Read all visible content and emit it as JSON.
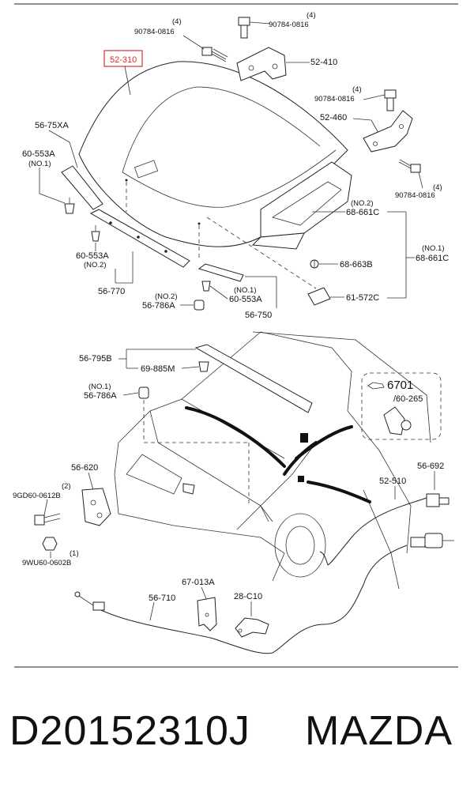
{
  "labels": {
    "l_52310": "52-310",
    "l_90784_a": "90784-0816",
    "l_4_a": "(4)",
    "l_90784_b": "90784-0816",
    "l_4_b": "(4)",
    "l_52410": "52-410",
    "l_90784_c": "90784-0816",
    "l_4_c": "(4)",
    "l_52460": "52-460",
    "l_90784_d": "90784-0816",
    "l_4_d": "(4)",
    "l_5675xa": "56-75XA",
    "l_60553a_1": "60-553A",
    "l_no1_a": "(NO.1)",
    "l_60553a_2": "60-553A",
    "l_no2_a": "(NO.2)",
    "l_56770": "56-770",
    "l_no2_b": "(NO.2)",
    "l_68661c_a": "68-661C",
    "l_no1_b": "(NO.1)",
    "l_68661c_b": "68-661C",
    "l_68663b": "68-663B",
    "l_no2_c": "(NO.2)",
    "l_56786a_a": "56-786A",
    "l_no1_c": "(NO.1)",
    "l_60553a_3": "60-553A",
    "l_61572c": "61-572C",
    "l_56750": "56-750",
    "l_56795b": "56-795B",
    "l_69885m": "69-885M",
    "l_no1_d": "(NO.1)",
    "l_56786a_b": "56-786A",
    "l_6701": "6701",
    "l_60265": "/60-265",
    "l_56620": "56-620",
    "l_2": "(2)",
    "l_9gd60": "9GD60-0612B",
    "l_1": "(1)",
    "l_9wu60": "9WU60-0602B",
    "l_56692": "56-692",
    "l_52510": "52-510",
    "l_67013a": "67-013A",
    "l_56710": "56-710",
    "l_28c10": "28-C10"
  },
  "highlight_color": "#e0302f",
  "footer": {
    "part_number": "D20152310J",
    "brand": "MAZDA"
  }
}
